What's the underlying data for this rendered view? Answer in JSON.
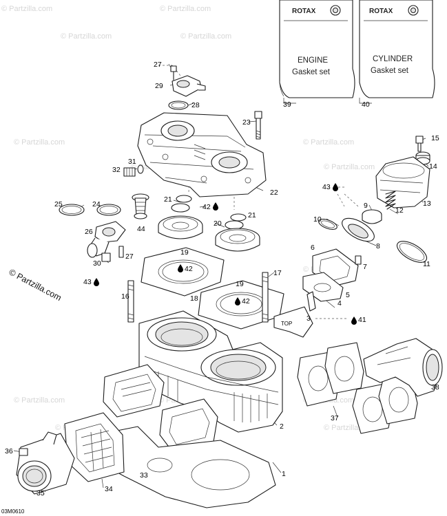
{
  "watermarks": [
    "© Partzilla.com",
    "© Partzilla.com",
    "© Partzilla.com",
    "© Partzilla.com",
    "© Partzilla.com",
    "© Partzilla.com",
    "© Partzilla.com",
    "© Partzilla.com",
    "© Partzilla.com",
    "© Partzilla.com",
    "© Partzilla.com",
    "© Partzilla.com",
    "© Partzilla.com",
    "© Partzilla.com"
  ],
  "copyright": "© Partzilla.com",
  "figure_code": "03M0610",
  "kits": [
    {
      "brand": "ROTAX",
      "line1": "ENGINE",
      "line2": "Gasket set",
      "ref": "39"
    },
    {
      "brand": "ROTAX",
      "line1": "CYLINDER",
      "line2": "Gasket set",
      "ref": "40"
    }
  ],
  "part_labels": [
    "1",
    "2",
    "3",
    "4",
    "5",
    "6",
    "7",
    "8",
    "9",
    "10",
    "11",
    "12",
    "13",
    "14",
    "15",
    "16",
    "17",
    "18",
    "19",
    "19",
    "20",
    "21",
    "21",
    "22",
    "23",
    "24",
    "25",
    "26",
    "27",
    "27",
    "28",
    "29",
    "30",
    "31",
    "32",
    "33",
    "34",
    "35",
    "36",
    "37",
    "38",
    "41",
    "42",
    "42",
    "42",
    "43",
    "43",
    "44"
  ],
  "tags": {
    "valve_marking": "TOP"
  },
  "lubricant_icon": "oil-drop-icon"
}
